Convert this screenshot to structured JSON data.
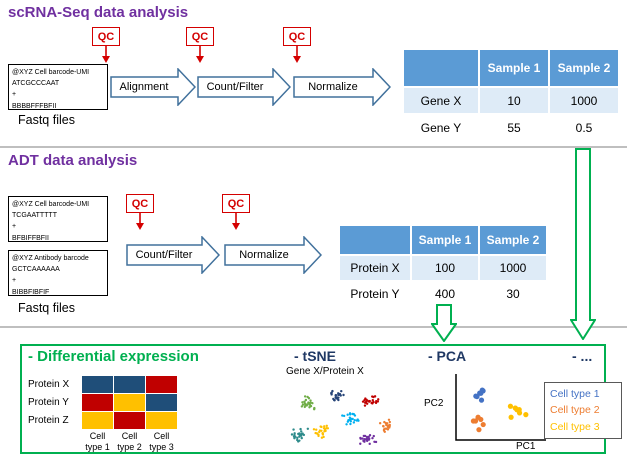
{
  "palette": {
    "purple": "#7030A0",
    "red": "#D40000",
    "blue": "#41719C",
    "thead": "#5B9BD5",
    "band": "#DEEBF7",
    "green": "#00B050",
    "dark": "#1F3864",
    "divider": "#BFBFBF"
  },
  "scrna": {
    "title": "scRNA-Seq data analysis",
    "qc": "QC",
    "fastq": {
      "lines": [
        "@XYZ Cell barcode-UMI",
        "ATCGCCCAAT",
        "+",
        "BBBBFFFBFII"
      ],
      "caption": "Fastq files"
    },
    "steps": [
      "Alignment",
      "Count/Filter",
      "Normalize"
    ],
    "table": {
      "headers": [
        "",
        "Sample 1",
        "Sample 2"
      ],
      "rows": [
        [
          "Gene X",
          "10",
          "1000"
        ],
        [
          "Gene Y",
          "55",
          "0.5"
        ]
      ]
    }
  },
  "adt": {
    "title": "ADT data analysis",
    "qc": "QC",
    "fastq1": [
      "@XYZ Cell barcode-UMI",
      "TCGAATTTTT",
      "+",
      "BFBIFFBFII"
    ],
    "fastq2": [
      "@XYZ Antibody barcode",
      "GCTCAAAAAA",
      "+",
      "BIBBFIBFIF"
    ],
    "caption": "Fastq files",
    "steps": [
      "Count/Filter",
      "Normalize"
    ],
    "table": {
      "headers": [
        "",
        "Sample 1",
        "Sample 2"
      ],
      "rows": [
        [
          "Protein X",
          "100",
          "1000"
        ],
        [
          "Protein Y",
          "400",
          "30"
        ]
      ]
    }
  },
  "downstream": {
    "diff_label": "- Differential expression",
    "heatmap": {
      "rows": [
        "Protein X",
        "Protein Y",
        "Protein Z"
      ],
      "cols": [
        "Cell type 1",
        "Cell type 2",
        "Cell type 3"
      ],
      "colors": [
        [
          "#1F4E79",
          "#1F4E79",
          "#C00000"
        ],
        [
          "#C00000",
          "#FFC000",
          "#1F4E79"
        ],
        [
          "#FFC000",
          "#C00000",
          "#FFC000"
        ]
      ]
    },
    "tsne": {
      "label": "- tSNE",
      "subtitle": "Gene X/Protein X",
      "colors": [
        "#70AD47",
        "#264478",
        "#C00000",
        "#ED7D31",
        "#00B0F0",
        "#FFC000",
        "#7030A0",
        "#2E8B8B"
      ]
    },
    "pca": {
      "label": "- PCA",
      "xlabel": "PC1",
      "ylabel": "PC2"
    },
    "more_label": "- ...",
    "legend": [
      {
        "label": "Cell type 1",
        "color": "#4472C4"
      },
      {
        "label": "Cell type 2",
        "color": "#ED7D31"
      },
      {
        "label": "Cell type 3",
        "color": "#FFC000"
      }
    ]
  }
}
